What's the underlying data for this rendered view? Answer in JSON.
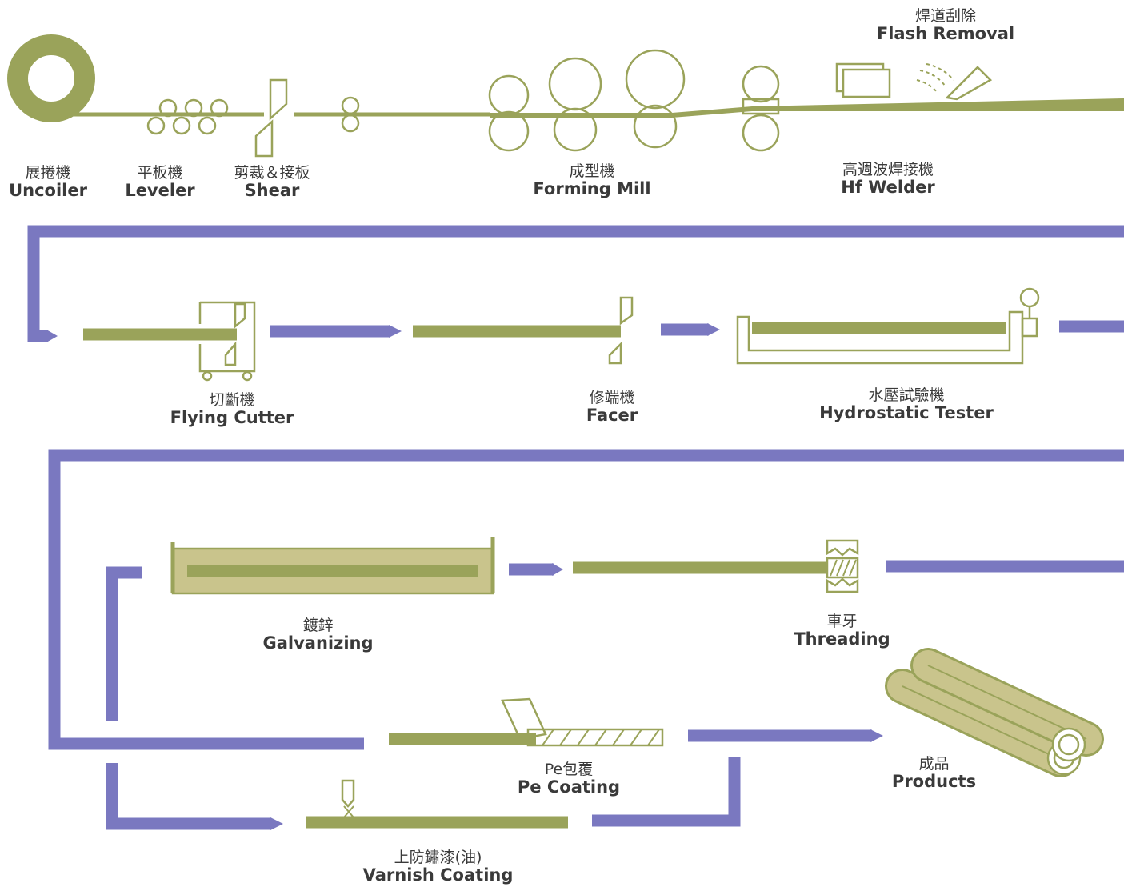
{
  "colors": {
    "pipe": "#9aa35a",
    "pipe_fill": "#c9c48c",
    "flow": "#7a78c0",
    "text": "#3a3a3a",
    "background": "#ffffff"
  },
  "stations": {
    "uncoiler": {
      "zh": "展捲機",
      "en": "Uncoiler"
    },
    "leveler": {
      "zh": "平板機",
      "en": "Leveler"
    },
    "shear": {
      "zh": "剪裁＆接板",
      "en": "Shear"
    },
    "forming_mill": {
      "zh": "成型機",
      "en": "Forming Mill"
    },
    "hf_welder": {
      "zh": "高週波焊接機",
      "en": "Hf Welder"
    },
    "flash_removal": {
      "zh": "焊道刮除",
      "en": "Flash Removal"
    },
    "flying_cutter": {
      "zh": "切斷機",
      "en": "Flying Cutter"
    },
    "facer": {
      "zh": "修端機",
      "en": "Facer"
    },
    "hydrostatic_tester": {
      "zh": "水壓試驗機",
      "en": "Hydrostatic Tester"
    },
    "galvanizing": {
      "zh": "鍍鋅",
      "en": "Galvanizing"
    },
    "threading": {
      "zh": "車牙",
      "en": "Threading"
    },
    "pe_coating": {
      "zh": "Pe包覆",
      "en": "Pe Coating"
    },
    "products": {
      "zh": "成品",
      "en": "Products"
    },
    "varnish_coating": {
      "zh": "上防鏽漆(油)",
      "en": "Varnish Coating"
    }
  }
}
